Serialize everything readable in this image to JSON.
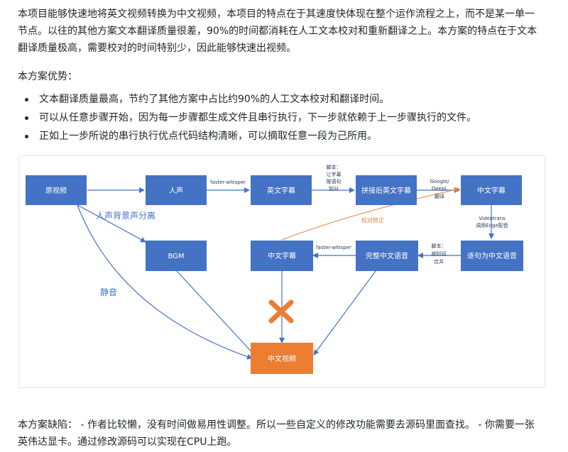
{
  "intro": "本项目能够快速地将英文视频转换为中文视频，本项目的特点在于其速度快体现在整个运作流程之上，而不是某一单一节点。以往的其他方案文本翻译质量很差，90%的时间都消耗在人工文本校对和重新翻译之上。本方案的特点在于文本翻译质量极高，需要校对的时间特别少，因此能够快速出视频。",
  "advantages_title": "本方案优势：",
  "advantages": [
    "文本翻译质量最高，节约了其他方案中占比约90%的人工文本校对和翻译时间。",
    "可以从任意步骤开始，因为每一步骤都生成文件且串行执行，下一步就依赖于上一步骤执行的文件。",
    "正如上一步所说的串行执行优点代码结构清晰，可以摘取任意一段为己所用。"
  ],
  "diagram": {
    "nodes": {
      "original_video": "原视频",
      "voice": "人声",
      "english_subs": "英文字幕",
      "merged_english_subs": "拼接后英文字幕",
      "chinese_subs_top": "中文字幕",
      "bgm": "BGM",
      "chinese_subs_mid": "中文字幕",
      "full_chinese_audio": "完整中文语音",
      "sentence_chinese_audio": "逐句为中文语音",
      "chinese_video": "中文视频"
    },
    "labels": {
      "faster_whisper_1": "faster-whisper",
      "script_1": [
        "脚本：",
        "让字幕",
        "按语句",
        "划分"
      ],
      "google_deepl": [
        "Google/",
        "DeepL",
        "翻译"
      ],
      "vocal_separation": "人声背景声分离",
      "proofread": "校对修正",
      "videotrans": [
        "Videotrans",
        "调用Edge配音"
      ],
      "script_2": [
        "脚本：",
        "按时间",
        "合并"
      ],
      "faster_whisper_2": "faster-whisper",
      "mute": "静音"
    },
    "colors": {
      "box": "#4472c4",
      "output": "#ed7d31",
      "cross": "#ed7d31"
    },
    "icons": {
      "cross": "x-mark-icon"
    }
  },
  "cons": "本方案缺陷： - 作者比较懒，没有时间做易用性调整。所以一些自定义的修改功能需要去源码里面查找。 - 你需要一张英伟达显卡。通过修改源码可以实现在CPU上跑。"
}
